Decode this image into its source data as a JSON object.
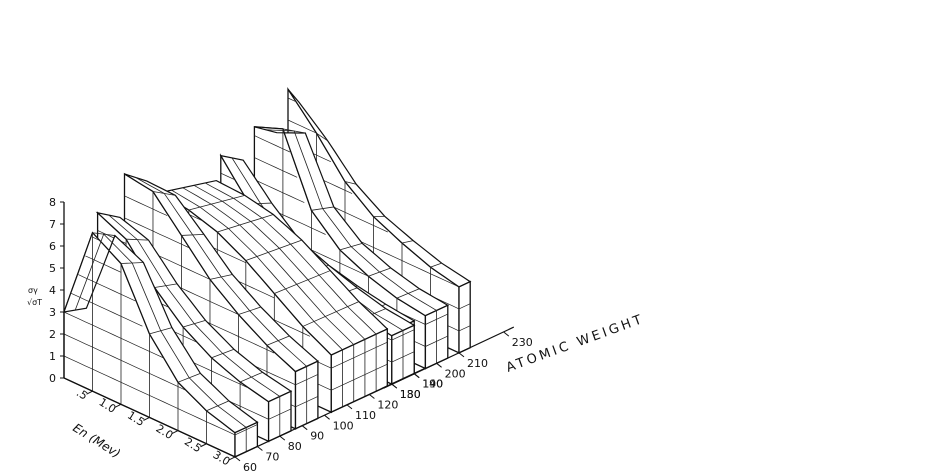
{
  "chart_data": {
    "type": "surface-3d",
    "title": "",
    "y_axis": {
      "label_top": "σγ",
      "label_bottom": "√σT",
      "ticks": [
        "0",
        "1",
        "2",
        "3",
        "4",
        "5",
        "6",
        "7",
        "8"
      ],
      "range": [
        0,
        8
      ]
    },
    "energy_axis": {
      "label": "En (Mev)",
      "ticks": [
        ".5",
        "1.0",
        "1.5",
        "2.0",
        "2.5",
        "3.0"
      ],
      "range": [
        0,
        3.0
      ]
    },
    "atomic_weight_axis": {
      "label": "ATOMIC WEIGHT",
      "ticks": [
        "60",
        "70",
        "80",
        "90",
        "100",
        "110",
        "120",
        "130",
        "140",
        "180",
        "190",
        "200",
        "210",
        "230"
      ]
    },
    "slabs": [
      {
        "a_start": 60,
        "a_end": 70,
        "heights": [
          3.0,
          7.2,
          6.4,
          3.8,
          2.2,
          1.5,
          1.1
        ]
      },
      {
        "a_start": 75,
        "a_end": 85,
        "heights": [
          6.8,
          6.2,
          4.6,
          3.4,
          2.6,
          2.1,
          1.8
        ]
      },
      {
        "a_start": 87,
        "a_end": 97,
        "heights": [
          8.0,
          7.8,
          6.4,
          5.0,
          4.0,
          3.2,
          2.6
        ]
      },
      {
        "a_start": 103,
        "a_end": 128,
        "heights": [
          6.4,
          6.2,
          5.8,
          5.1,
          4.2,
          3.3,
          2.6
        ]
      },
      {
        "a_start": 130,
        "a_end": 140,
        "heights": [
          4.2,
          4.3,
          3.9,
          3.3,
          2.8,
          2.4,
          2.2
        ]
      },
      {
        "a_start": 180,
        "a_end": 190,
        "heights": [
          6.8,
          5.2,
          3.9,
          3.3,
          2.9,
          2.6,
          2.4
        ]
      },
      {
        "a_start": 195,
        "a_end": 205,
        "heights": [
          7.4,
          7.9,
          4.8,
          3.6,
          3.0,
          2.6,
          2.4
        ]
      },
      {
        "a_start": 210,
        "a_end": 215,
        "heights": [
          8.4,
          7.0,
          5.4,
          4.4,
          3.8,
          3.3,
          3.0
        ]
      }
    ]
  }
}
